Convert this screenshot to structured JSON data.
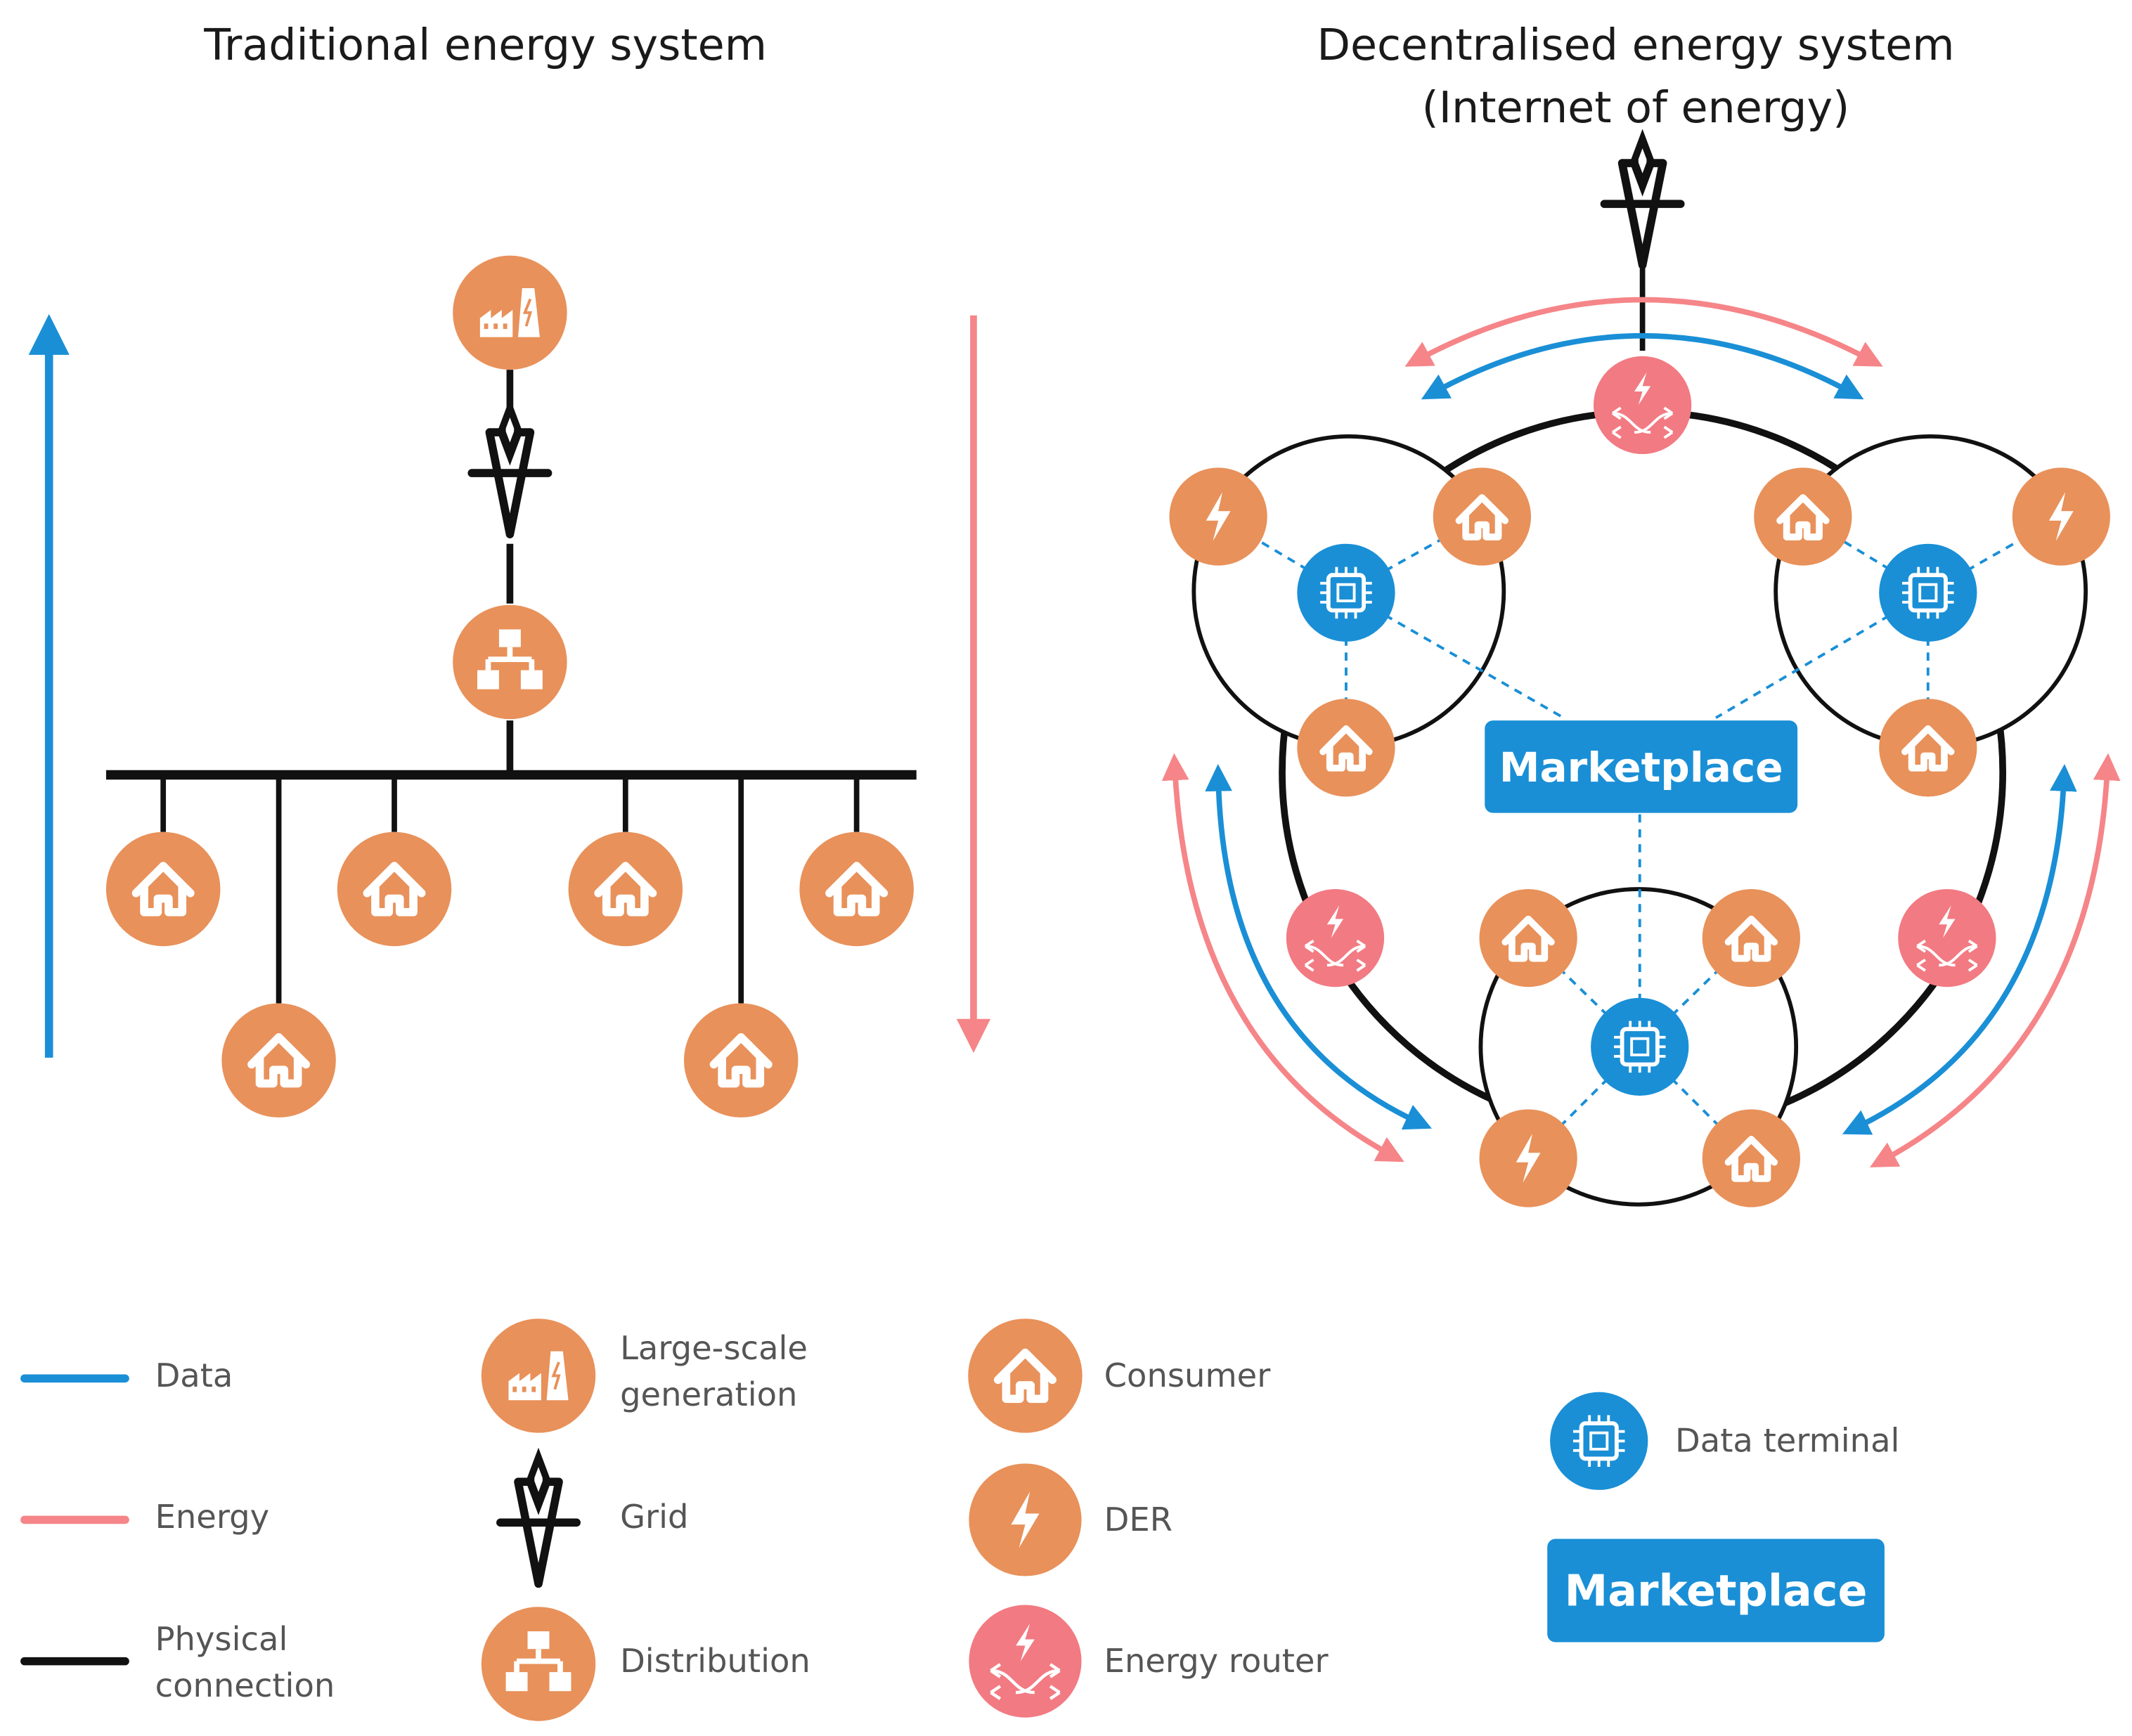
{
  "titles": {
    "traditional": "Traditional energy system",
    "decentralised_line1": "Decentralised energy system",
    "decentralised_line2": "(Internet of energy)"
  },
  "diagram": {
    "marketplace_label": "Marketplace"
  },
  "legend": {
    "data": "Data",
    "energy": "Energy",
    "physical_line1": "Physical",
    "physical_line2": "connection",
    "large_scale_line1": "Large-scale",
    "large_scale_line2": "generation",
    "grid": "Grid",
    "distribution": "Distribution",
    "consumer": "Consumer",
    "der": "DER",
    "energy_router": "Energy router",
    "data_terminal": "Data terminal",
    "marketplace": "Marketplace"
  },
  "colors": {
    "orange": "#E8915A",
    "data_blue": "#1A8FD6",
    "energy_pink": "#F58588",
    "router_pink": "#F27A82",
    "physical_black": "#111111",
    "marketplace_blue": "#1A8FD6"
  },
  "icons": {
    "large_scale_generation": "factory-icon",
    "grid": "pylon-icon",
    "distribution": "network-icon",
    "consumer": "house-icon",
    "der": "lightning-icon",
    "energy_router": "router-icon",
    "data_terminal": "chip-icon"
  }
}
